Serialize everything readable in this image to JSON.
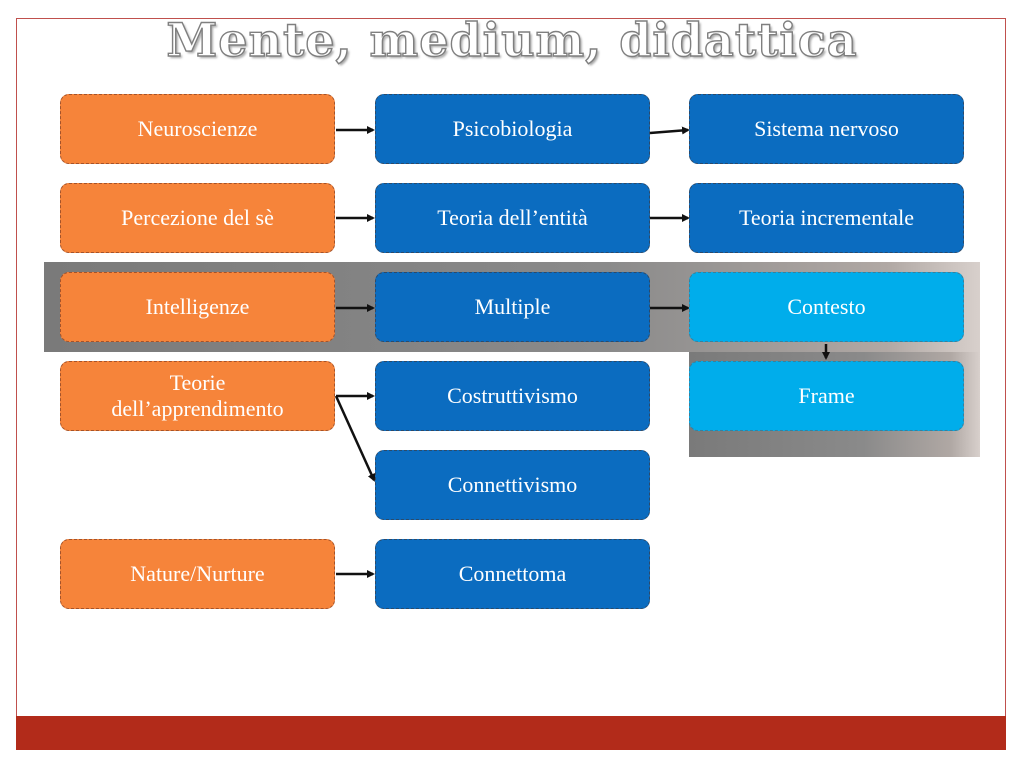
{
  "title": "Mente, medium, didattica",
  "rows": [
    {
      "source": "Neuroscienze",
      "mid": "Psicobiologia",
      "end": "Sistema nervoso"
    },
    {
      "source": "Percezione del sè",
      "mid": "Teoria dell’entità",
      "end": "Teoria incrementale"
    },
    {
      "source": "Intelligenze",
      "mid": "Multiple",
      "end": "Contesto"
    },
    {
      "source_line1": "Teorie",
      "source_line2": "dell’apprendimento",
      "mid": "Costruttivismo",
      "end": "Frame"
    },
    {
      "mid": "Connettivismo"
    },
    {
      "source": "Nature/Nurture",
      "mid": "Connettoma"
    }
  ],
  "colors": {
    "orange": "#f6843a",
    "blue": "#0b6cc0",
    "cyan": "#00adeb",
    "footer": "#b22b1a"
  }
}
